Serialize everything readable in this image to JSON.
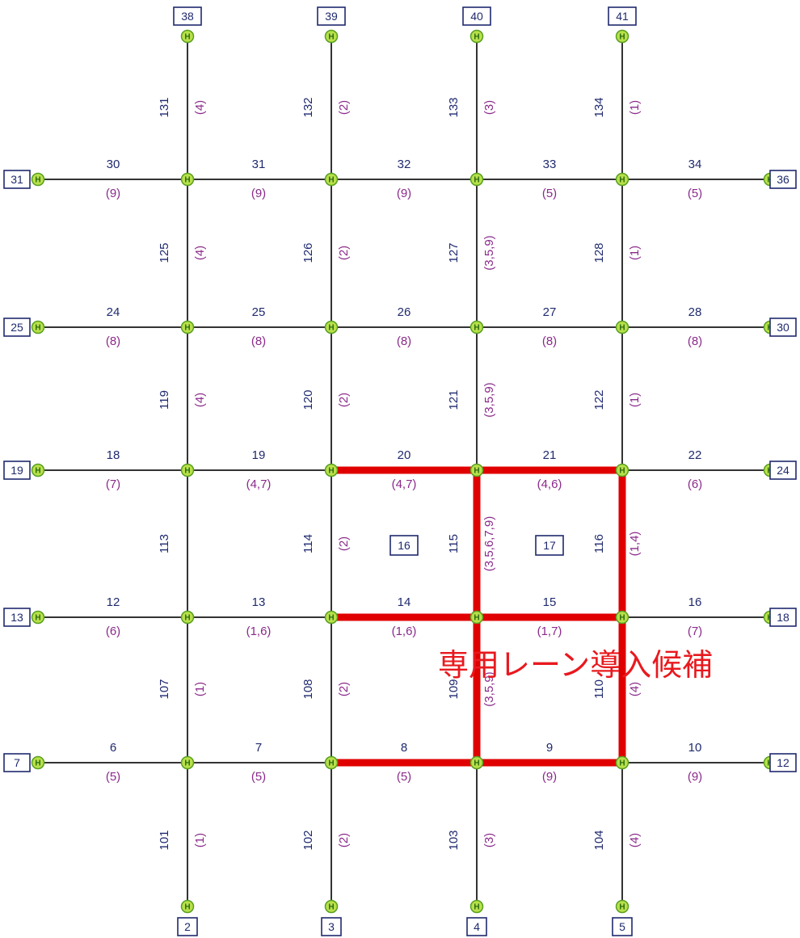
{
  "caption": "専用レーン導入候補",
  "colors": {
    "link": "#333333",
    "highlight": "#e00000",
    "node_fill": "#b8e04a",
    "node_stroke": "#58a020",
    "box": "#1f2a6e",
    "route": "#8a2a8a"
  },
  "node_glyph": "H",
  "edge_nodes": {
    "top": [
      "38",
      "39",
      "40",
      "41"
    ],
    "bottom": [
      "2",
      "3",
      "4",
      "5"
    ],
    "left": [
      "31",
      "25",
      "19",
      "13",
      "7"
    ],
    "right": [
      "36",
      "30",
      "24",
      "18",
      "12"
    ]
  },
  "zones": [
    "16",
    "17"
  ],
  "h_links": [
    {
      "row": 0,
      "ids": [
        "30",
        "31",
        "32",
        "33",
        "34"
      ],
      "routes": [
        "(9)",
        "(9)",
        "(9)",
        "(5)",
        "(5)"
      ]
    },
    {
      "row": 1,
      "ids": [
        "24",
        "25",
        "26",
        "27",
        "28"
      ],
      "routes": [
        "(8)",
        "(8)",
        "(8)",
        "(8)",
        "(8)"
      ]
    },
    {
      "row": 2,
      "ids": [
        "18",
        "19",
        "20",
        "21",
        "22"
      ],
      "routes": [
        "(7)",
        "(4,7)",
        "(4,7)",
        "(4,6)",
        "(6)"
      ]
    },
    {
      "row": 3,
      "ids": [
        "12",
        "13",
        "14",
        "15",
        "16"
      ],
      "routes": [
        "(6)",
        "(1,6)",
        "(1,6)",
        "(1,7)",
        "(7)"
      ]
    },
    {
      "row": 4,
      "ids": [
        "6",
        "7",
        "8",
        "9",
        "10"
      ],
      "routes": [
        "(5)",
        "(5)",
        "(5)",
        "(9)",
        "(9)"
      ]
    }
  ],
  "v_links": [
    {
      "band": 0,
      "ids": [
        "131",
        "132",
        "133",
        "134"
      ],
      "routes": [
        "(4)",
        "(2)",
        "(3)",
        "(1)"
      ]
    },
    {
      "band": 1,
      "ids": [
        "125",
        "126",
        "127",
        "128"
      ],
      "routes": [
        "(4)",
        "(2)",
        "(3,5,9)",
        "(1)"
      ]
    },
    {
      "band": 2,
      "ids": [
        "119",
        "120",
        "121",
        "122"
      ],
      "routes": [
        "(4)",
        "(2)",
        "(3,5,9)",
        "(1)"
      ]
    },
    {
      "band": 3,
      "ids": [
        "113",
        "114",
        "115",
        "116"
      ],
      "routes": [
        "",
        "(2)",
        "(3,5,6,7,9)",
        "(1,4)"
      ]
    },
    {
      "band": 4,
      "ids": [
        "107",
        "108",
        "109",
        "110"
      ],
      "routes": [
        "(1)",
        "(2)",
        "(3,5,9)",
        "(4)"
      ]
    },
    {
      "band": 5,
      "ids": [
        "101",
        "102",
        "103",
        "104"
      ],
      "routes": [
        "(1)",
        "(2)",
        "(3)",
        "(4)"
      ]
    }
  ]
}
